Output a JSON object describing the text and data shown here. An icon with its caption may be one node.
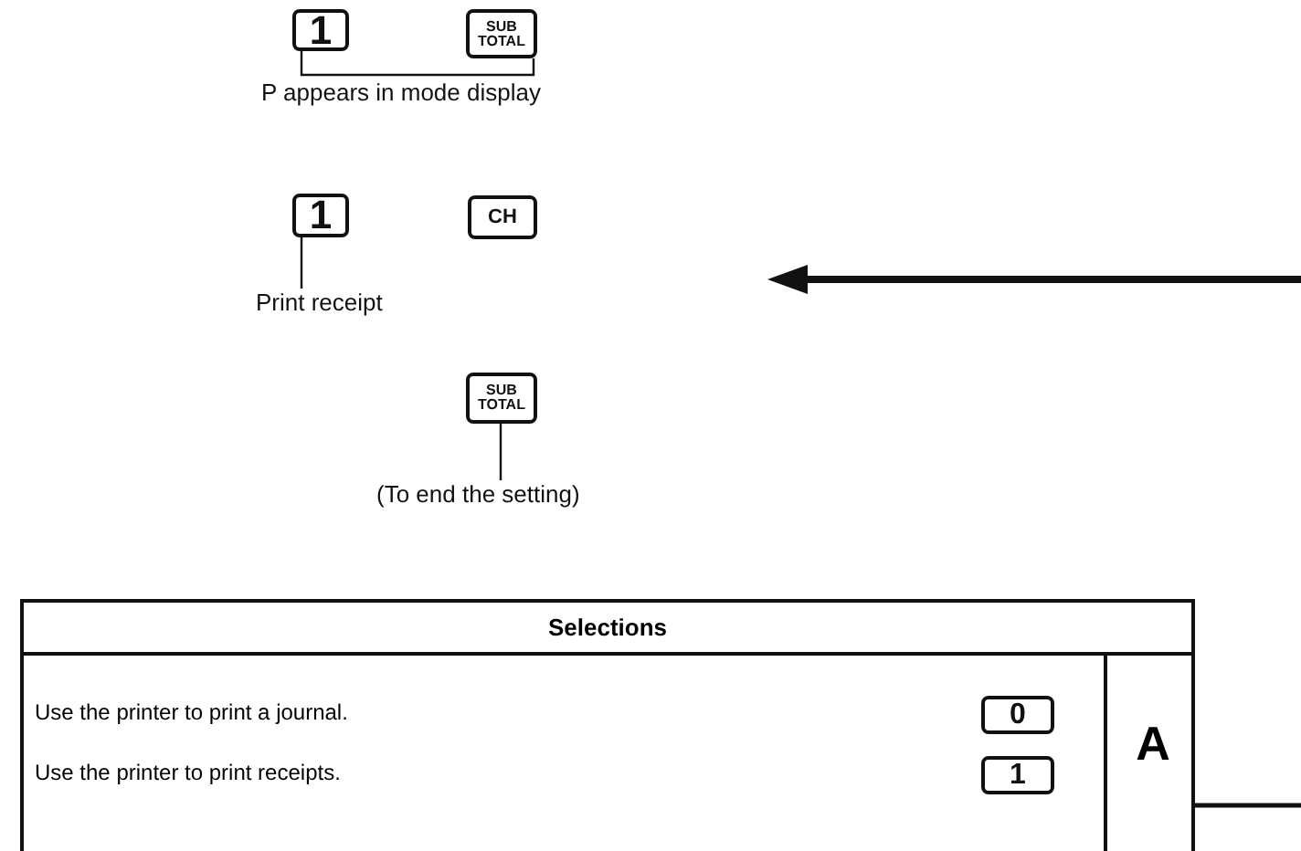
{
  "diagram": {
    "nodes": [
      {
        "text": [
          "1"
        ]
      },
      {
        "text": [
          "SUB TOTAL"
        ]
      },
      {
        "text": [
          "P appears in mode display"
        ]
      },
      {
        "text": [
          "1"
        ]
      },
      {
        "text": [
          "CH"
        ]
      },
      {
        "text": [
          "Print receipt"
        ]
      },
      {
        "text": [
          "SUB TOTAL"
        ]
      },
      {
        "text": [
          "(To end the setting)"
        ]
      },
      {
        "text": [
          "Selections"
        ]
      },
      {
        "text": [
          "0"
        ],
        "in": 8
      },
      {
        "text": [
          "1"
        ],
        "in": 8
      },
      {
        "text": [
          "A"
        ],
        "in": 8
      }
    ],
    "edges": [
      {
        "from": 2,
        "to": 0,
        "arrow": "none"
      },
      {
        "from": 2,
        "to": 1,
        "arrow": "none"
      },
      {
        "from": 5,
        "to": 3,
        "arrow": "none"
      },
      {
        "from": 7,
        "to": 6,
        "arrow": "none"
      },
      {
        "from": 11,
        "to": null,
        "arrow": "none"
      }
    ],
    "labels": [
      "Use the printer to print a journal.",
      "Use the printer to print receipts."
    ]
  }
}
